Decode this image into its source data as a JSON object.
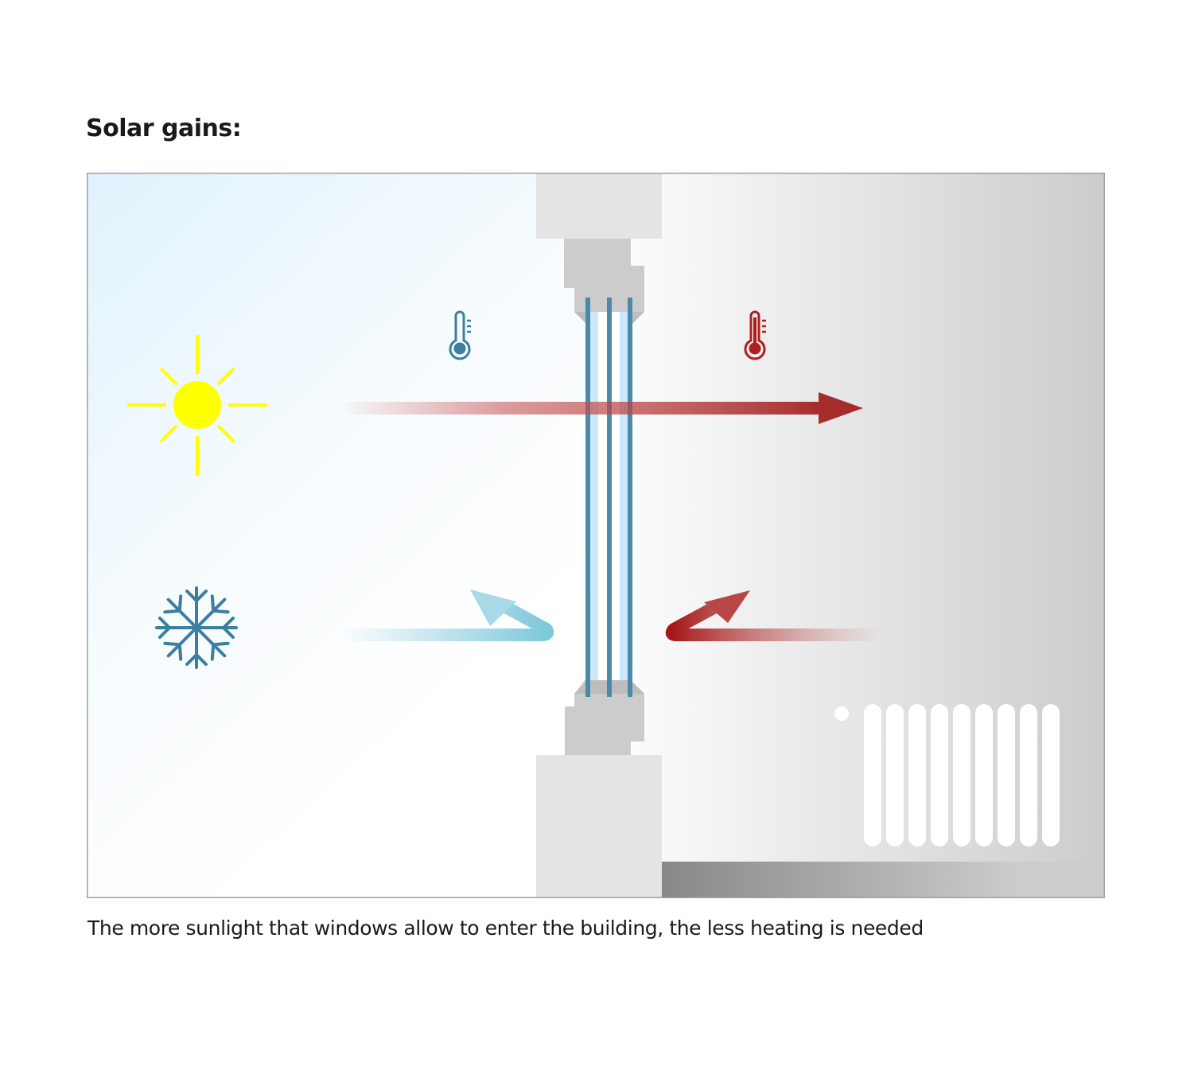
{
  "title": "Solar gains:",
  "caption": "The more sunlight that windows allow to enter the building, the less heating is needed",
  "diagram": {
    "outside": {
      "sun": {
        "icon": "sun-icon",
        "color": "#ffff00"
      },
      "snowflake": {
        "icon": "snowflake-icon",
        "color": "#3a7fa0"
      },
      "thermometer": {
        "icon": "thermometer-cold-icon",
        "color": "#3a7fa0"
      },
      "sky_gradient": [
        "#e3f3fc",
        "#ffffff"
      ]
    },
    "inside": {
      "thermometer": {
        "icon": "thermometer-hot-icon",
        "color": "#b01e1e"
      },
      "radiator": {
        "icon": "radiator-icon",
        "fins": 9,
        "color": "#ffffff"
      },
      "wall_gradient": [
        "#ffffff",
        "#cccccc"
      ],
      "floor_gradient": [
        "#8a8a8a",
        "#cccccc"
      ]
    },
    "window": {
      "panes": 3,
      "pane_color": "#4a8aa8",
      "gap_color": "#cce8fb",
      "frame_color": "#cccccc",
      "wall_color": "#e4e4e4"
    },
    "arrows": {
      "solar_gain": {
        "color": "#a51c1c",
        "direction": "into-building"
      },
      "cold_reflected": {
        "color": "#7ec8da",
        "direction": "reflected-outside"
      },
      "heat_reflected": {
        "color": "#a51c1c",
        "direction": "reflected-inside"
      }
    }
  }
}
